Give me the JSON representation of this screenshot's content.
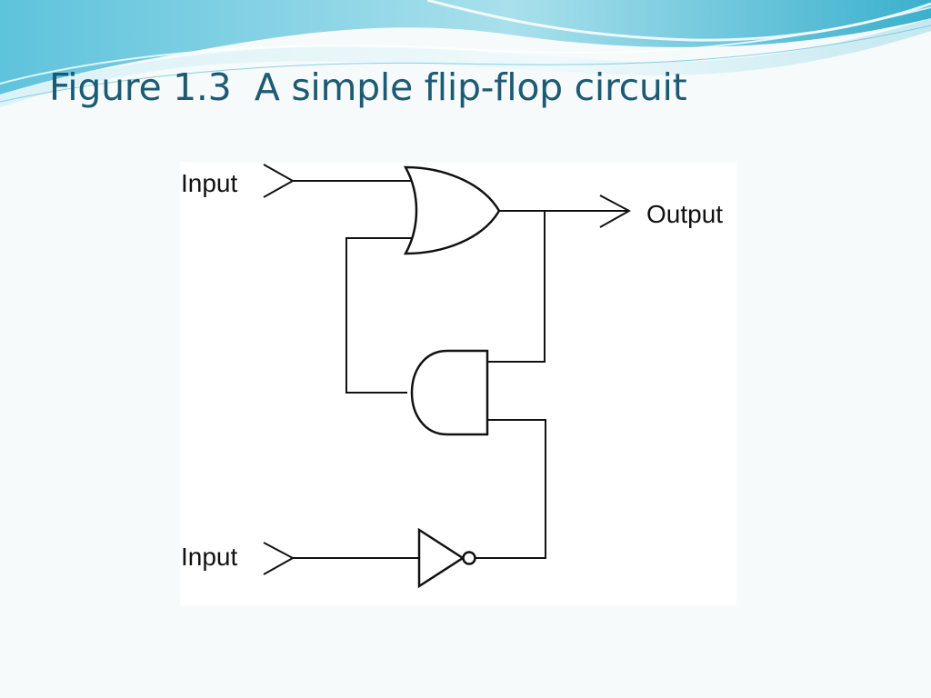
{
  "slide": {
    "title": "Figure 1.3  A simple flip-flop circuit"
  },
  "circuit": {
    "input_top_label": "Input",
    "output_label": "Output",
    "input_bottom_label": "Input",
    "gates": [
      "or-gate",
      "and-gate",
      "not-gate"
    ]
  },
  "colors": {
    "title": "#1d5a73",
    "background": "#f6fafb",
    "wave_light": "#bfe6ef",
    "wave_mid": "#7fcfe0",
    "wave_dark": "#3cb2cf",
    "line": "#111111"
  }
}
